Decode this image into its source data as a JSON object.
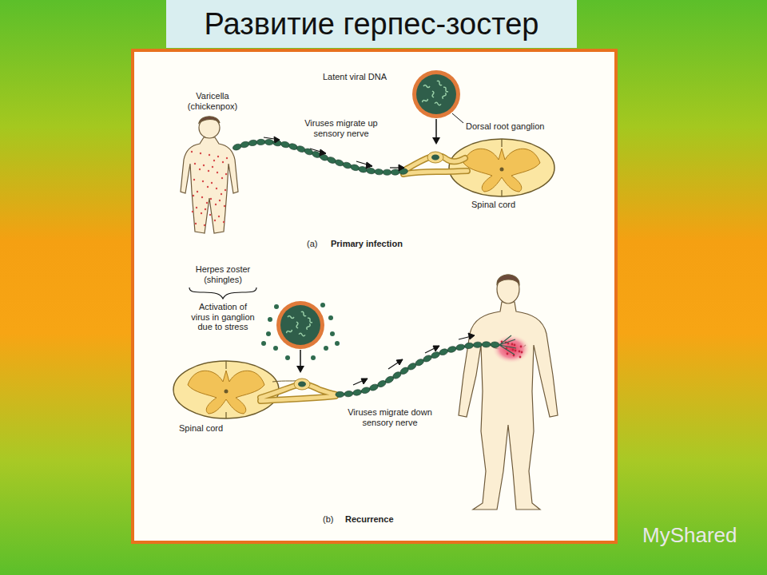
{
  "diagram": {
    "title": "Развитие герпес-зостер",
    "labels": [
      "Varicella (chickenpox)",
      "Latent viral DNA",
      "Viruses migrate up sensory nerve",
      "Dorsal root ganglion",
      "Spinal cord",
      "(a)",
      "Primary infection",
      "Herpes zoster (shingles)",
      "Activation of virus in ganglion due to stress",
      "Spinal cord",
      "Viruses migrate down sensory nerve",
      "(b)",
      "Recurrence",
      "MyShared"
    ]
  }
}
